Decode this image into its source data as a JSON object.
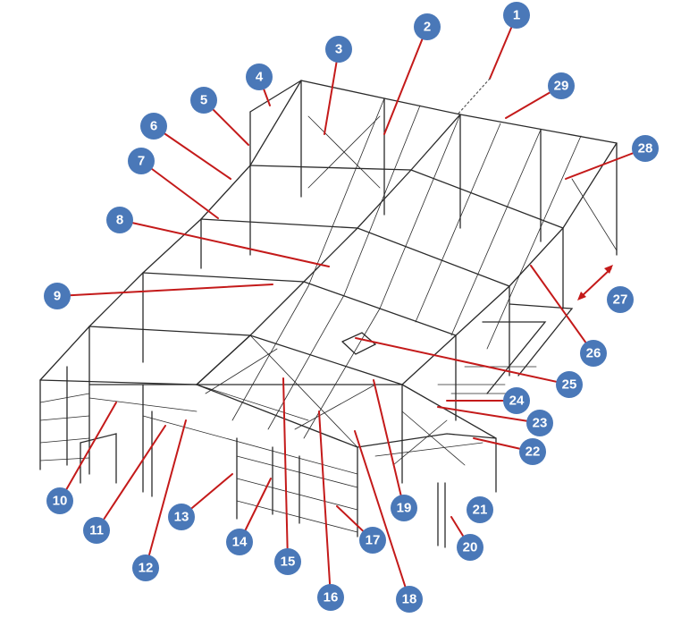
{
  "callouts": [
    {
      "id": "c1",
      "label": "1"
    },
    {
      "id": "c2",
      "label": "2"
    },
    {
      "id": "c3",
      "label": "3"
    },
    {
      "id": "c4",
      "label": "4"
    },
    {
      "id": "c5",
      "label": "5"
    },
    {
      "id": "c6",
      "label": "6"
    },
    {
      "id": "c7",
      "label": "7"
    },
    {
      "id": "c8",
      "label": "8"
    },
    {
      "id": "c9",
      "label": "9"
    },
    {
      "id": "c10",
      "label": "10"
    },
    {
      "id": "c11",
      "label": "11"
    },
    {
      "id": "c12",
      "label": "12"
    },
    {
      "id": "c13",
      "label": "13"
    },
    {
      "id": "c14",
      "label": "14"
    },
    {
      "id": "c15",
      "label": "15"
    },
    {
      "id": "c16",
      "label": "16"
    },
    {
      "id": "c17",
      "label": "17"
    },
    {
      "id": "c18",
      "label": "18"
    },
    {
      "id": "c19",
      "label": "19"
    },
    {
      "id": "c20",
      "label": "20"
    },
    {
      "id": "c21",
      "label": "21"
    },
    {
      "id": "c22",
      "label": "22"
    },
    {
      "id": "c23",
      "label": "23"
    },
    {
      "id": "c24",
      "label": "24"
    },
    {
      "id": "c25",
      "label": "25"
    },
    {
      "id": "c26",
      "label": "26"
    },
    {
      "id": "c27",
      "label": "27"
    },
    {
      "id": "c28",
      "label": "28"
    },
    {
      "id": "c29",
      "label": "29"
    }
  ],
  "colors": {
    "badge": "#4a78b8",
    "leader": "#c41a1a",
    "frame": "#2a2a2a"
  }
}
